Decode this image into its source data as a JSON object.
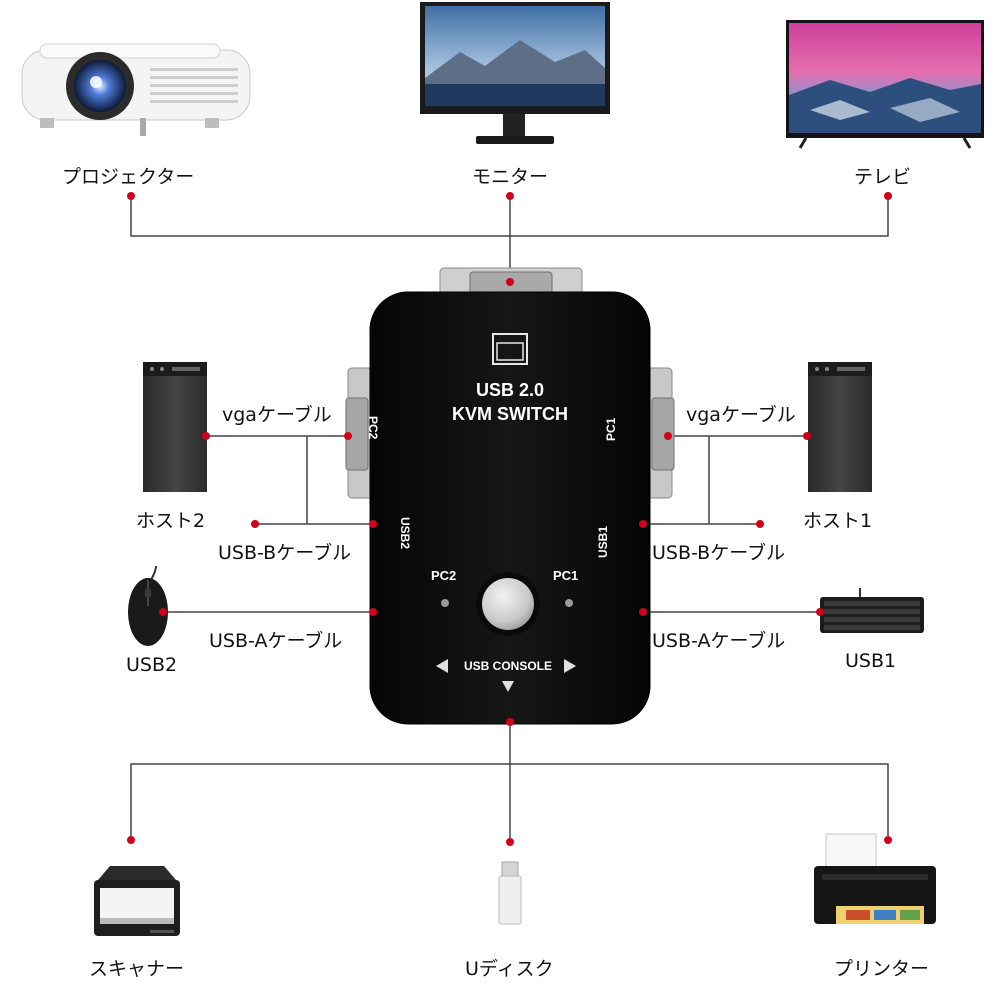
{
  "devices": {
    "projector": {
      "label": "プロジェクター",
      "icon": "projector-icon"
    },
    "monitor": {
      "label": "モニター",
      "icon": "monitor-icon"
    },
    "tv": {
      "label": "テレビ",
      "icon": "tv-icon"
    },
    "host2": {
      "label": "ホスト2",
      "icon": "desktop-tower-icon"
    },
    "host1": {
      "label": "ホスト1",
      "icon": "desktop-tower-icon"
    },
    "usb2": {
      "label": "USB2",
      "icon": "mouse-icon"
    },
    "usb1": {
      "label": "USB1",
      "icon": "keyboard-icon"
    },
    "scanner": {
      "label": "スキャナー",
      "icon": "scanner-icon"
    },
    "udisk": {
      "label": "Uディスク",
      "icon": "usb-flash-drive-icon"
    },
    "printer": {
      "label": "プリンター",
      "icon": "printer-icon"
    }
  },
  "cables": {
    "vga_left": "vgaケーブル",
    "vga_right": "vgaケーブル",
    "usbb_left": "USB-Bケーブル",
    "usbb_right": "USB-Bケーブル",
    "usba_left": "USB-Aケーブル",
    "usba_right": "USB-Aケーブル"
  },
  "kvm": {
    "title_line1": "USB 2.0",
    "title_line2": "KVM SWITCH",
    "port_pc2": "PC2",
    "port_pc1": "PC1",
    "port_usb2": "USB2",
    "port_usb1": "USB1",
    "led_pc2": "PC2",
    "led_pc1": "PC1",
    "console": "USB CONSOLE"
  },
  "colors": {
    "connector_dot": "#d0021b",
    "line": "#444444",
    "kvm_body": "#0b0b0b"
  }
}
